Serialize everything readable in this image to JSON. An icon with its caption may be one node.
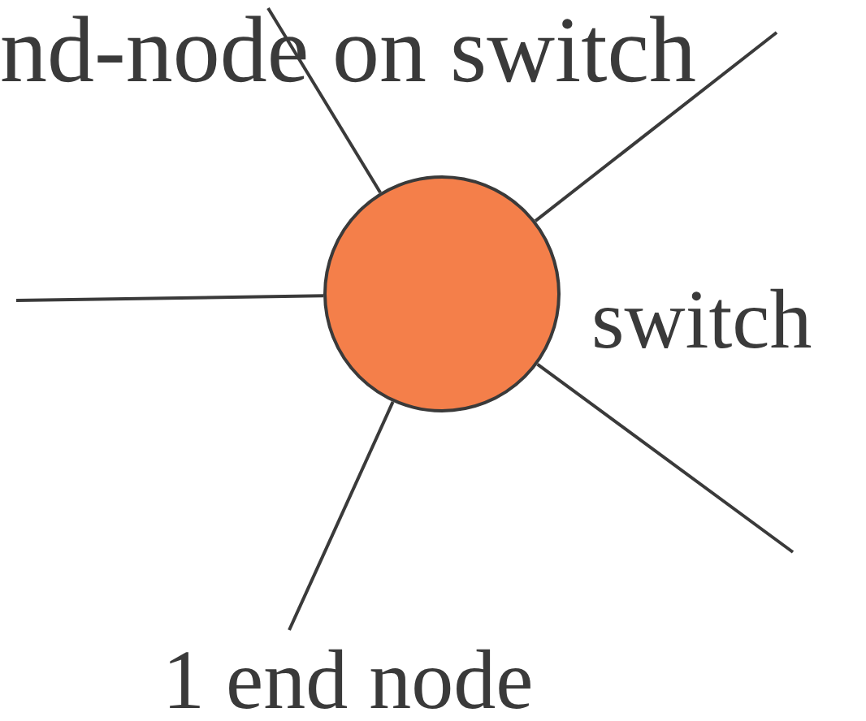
{
  "diagram": {
    "title": "nd-node on switch",
    "nodes": [
      {
        "text": [],
        "shape": "circle",
        "beside": [
          "switch"
        ]
      },
      {
        "text": [
          "1 end node"
        ]
      }
    ],
    "edges": [
      {
        "from": null,
        "to": 0,
        "arrow": "none"
      },
      {
        "from": null,
        "to": 0,
        "arrow": "none"
      },
      {
        "from": null,
        "to": 0,
        "arrow": "none"
      },
      {
        "from": null,
        "to": 0,
        "arrow": "none"
      },
      {
        "from": 0,
        "to": 1,
        "arrow": "none"
      }
    ]
  }
}
